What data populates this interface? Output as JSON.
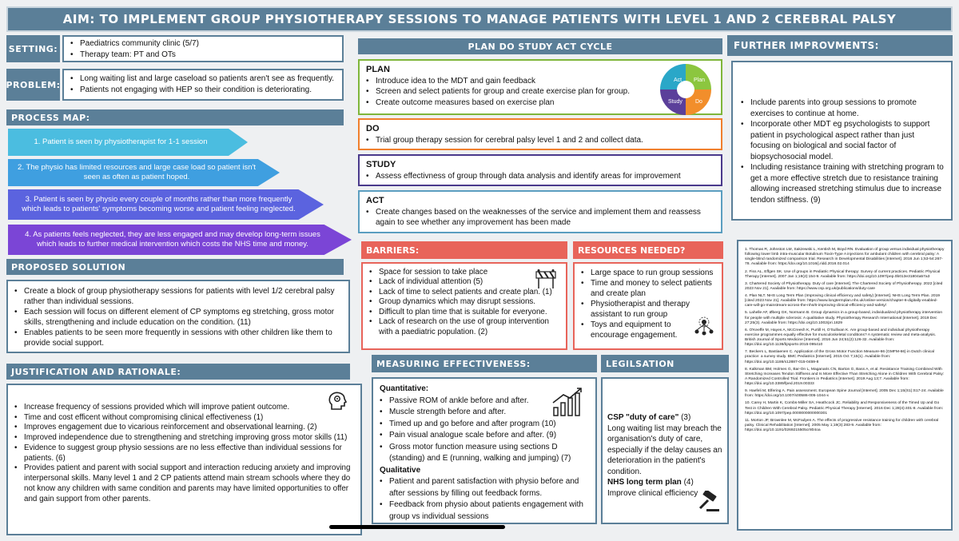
{
  "title": "AIM: TO IMPLEMENT GROUP PHYSIOTHERAPY SESSIONS TO MANAGE PATIENTS WITH LEVEL 1 AND 2 CEREBRAL PALSY",
  "setting": {
    "label": "SETTING:",
    "items": [
      "Paediatrics community clinic (5/7)",
      "Therapy team: PT and OTs"
    ]
  },
  "problem": {
    "label": "PROBLEM:",
    "items": [
      "Long waiting list and large caseload so patients aren't see as frequently.",
      "Patients not engaging with HEP so their condition is deteriorating."
    ]
  },
  "process_map": {
    "label": "PROCESS MAP:",
    "steps": [
      "1. Patient is seen by physiotherapist for 1-1 session",
      "2. The physio has limited resources and large case load so patient isn't seen as often as patient hoped.",
      "3. Patient is seen by physio every couple of months rather than more frequently which leads to patients' symptoms becoming worse and patient feeling neglected.",
      "4. As patients feels neglected, they are less engaged and may develop long-term issues which leads to further medical intervention which costs the NHS time and money."
    ],
    "colors": [
      "#4bbde0",
      "#3f9fe0",
      "#5b63df",
      "#7b45d6"
    ]
  },
  "proposed": {
    "label": "PROPOSED SOLUTION",
    "items": [
      "Create a block of group physiotherapy sessions for patients with level 1/2 cerebral palsy rather than individual sessions.",
      "Each session will focus on different element of CP symptoms eg stretching, gross motor skills, strengthening and include education on the condition. (11)",
      "Enables patients to be seen more frequently in sessions with other children like them to provide social support."
    ]
  },
  "justification": {
    "label": "JUSTIFICATION AND RATIONALE:",
    "items": [
      "Increase frequency of sessions provided which will improve patient outcome.",
      "Time and cost efficent without compromising clinical effectiveness (1)",
      "Improves engagement due to vicarious reinforcement and observational learning. (2)",
      "Improved independence due to strengthening and stretching improving gross motor skills (11)",
      "Evidence to suggest group physio sessions are no less effective than individual sessions for patients. (6)",
      "Provides patient and parent with social support and interaction reducing anxiety and improving interpersonal skills. Many level 1 and 2 CP patients attend main stream schools where they do not know any children with same condition and parents may have limited opportunities to offer and gain support from other parents."
    ]
  },
  "pdsa": {
    "label": "PLAN DO STUDY ACT CYCLE",
    "plan": {
      "label": "PLAN",
      "items": [
        "Introduce idea to the MDT and gain feedback",
        "Screen and select patients for group and create exercise plan for group.",
        "Create outcome measures based on exercise plan"
      ],
      "color": "#7fb63a"
    },
    "do": {
      "label": "DO",
      "items": [
        "Trial group therapy session for cerebral palsy level 1 and 2 and collect data."
      ],
      "color": "#f07f2d"
    },
    "study": {
      "label": "STUDY",
      "items": [
        "Assess effectivness of group through data analysis and identify areas for improvement"
      ],
      "color": "#4a3a8c"
    },
    "act": {
      "label": "ACT",
      "items": [
        "Create changes based on the weaknesses of the service and implement them and reassess again to see whether any improvement has been made"
      ],
      "color": "#5b9ec0"
    },
    "cycle": [
      "Act",
      "Plan",
      "Do",
      "Study"
    ],
    "cycle_colors": [
      "#2aa7c8",
      "#8cc63f",
      "#f28e2b",
      "#5b3f9a"
    ]
  },
  "barriers": {
    "label": "BARRIERS:",
    "items": [
      "Space for session to take place",
      "Lack of individual attention (5)",
      "Lack of time to select patients and create plan. (1)",
      "Group dynamics which may disrupt sessions.",
      "Difficult to plan time that is suitable for everyone.",
      "Lack of research on the use of group intervention with a paediatric population. (2)"
    ]
  },
  "resources": {
    "label": "RESOURCES NEEDED?",
    "items": [
      "Large space to run group sessions",
      "Time and money to select patients and create plan",
      "Physiotherapist and therapy assistant to run group",
      "Toys and equipment to encourage engagement."
    ]
  },
  "measuring": {
    "label": "MEASURING EFFECTIVENESS:",
    "quant_label": "Quantitative:",
    "quant": [
      "Passive ROM of ankle before and after.",
      "Muscle strength before and after.",
      "Timed up and go before and after program (10)",
      "Pain visual analogue scale before and after. (9)",
      "Gross motor function measure using sections D (standing) and E (running, walking and jumping) (7)"
    ],
    "qual_label": "Qualitative",
    "qual": [
      "Patient and parent satisfaction with physio before and after sessions by filling out feedback forms.",
      "Feedback from physio about patients engagement with group vs individual sessions"
    ]
  },
  "legislation": {
    "label": "LEGILSATION",
    "csp_title": "CSP \"duty of care\"",
    "csp_ref": " (3)",
    "csp_text": "Long waiting list may breach the organisation's duty of care, especially if the delay causes an deterioration in the patient's condition.",
    "nhs_title": "NHS long term plan",
    "nhs_ref": " (4)",
    "nhs_text": "Improve clinical efficiency"
  },
  "further": {
    "label": "FURTHER IMPROVMENTS:",
    "items": [
      "Include parents into group sessions to promote exercises to continue at home.",
      "Incorporate other MDT eg psychologists to support patient in psychological aspect rather than just focusing on biological and social factor of biopsychosocial model.",
      "Including resistance training with stretching program to get a more effective stretch due to resistance training allowing increased stretching stimulus due to increase tendon stiffness. (9)"
    ]
  },
  "references": [
    "1. Thomas R, Johnston LM, Sakzewski L, Kentish M, Boyd RN. Evaluation of group versus individual physiotherapy following lower limb intra-muscular Botulinum Toxin-Type A injections for ambulant children with cerebral palsy: A single-blind randomized comparison trial. Research in Developmental Disabilities [Internet]. 2016 Jun 1;53-54:267-78. Available from: https://doi.org/10.1016/j.ridd.2016.02.014",
    "2. Fiss AL, Effgen SK. Use of groups in Pediatric Physical therapy: Survey of current practices. Pediatric Physical Therapy [Internet]. 2007 Jan 1;19(2):154-9. Available from: https://doi.org/10.1097/pep.0b013e31804a57a3",
    "3. Chartered Society of Physiotherapy. Duty of care [Internet]. The Chartered Society of Physiotherapy. 2022 [cited 2023 Nov 21]. Available from: https://www.csp.org.uk/publications/duty-care",
    "4. Plan NLT. NHS Long Term Plan (Improving clinical efficiency and safety) [Internet]. NHS Long Term Plan. 2019 [cited 2023 Nov 21]. Available from: https://www.longtermplan.nhs.uk/online-version/chapter-6-digitally-enabled-care-will-go-mainstream-across-the-nhs/6-improving-clinical-efficiency-and-safety/",
    "5. Lahelle AF, Øberg GK, Normann B. Group dynamics in a group-based, individualized physiotherapy intervention for people with multiple sclerosis: A qualitative study. Physiotherapy Research International [Internet]. 2019 Dec 27;25(3). Available from: https://doi.org/10.1002/pri.1829",
    "6. O'Keeffe M, Hayes A, McCreesh K, Purtill H, O'Sullivan K. Are group-based and individual physiotherapy exercise programmes equally effective for musculoskeletal conditions? A systematic review and meta-analysis. British Journal of Sports Medicine [Internet]. 2016 Jun 24;51(2):126-32. Available from: https://doi.org/10.1136/bjsports-2015-095410",
    "7. Beckers L, Bastiaenen C. Application of the Gross Motor Function Measure-66 (GMFM-66) in Dutch clinical practice: a survey study. BMC Pediatrics [Internet]. 2015 Oct 7;15(1). Available from: https://doi.org/10.1186/s12887-015-0459-8",
    "8. Kalkman BM, Holmes G, Bar-On L, Maganaris CN, Barton G, Bass A, et al. Resistance Training Combined With Stretching Increases Tendon Stiffness and Is More Effective Than Stretching Alone in Children With Cerebral Palsy: A Randomized Controlled Trial. Frontiers in Pediatrics [Internet]. 2019 Aug 13;7. Available from: https://doi.org/10.3389/fped.2019.00333",
    "9. Haefeli M, Elfering A. Pain assessment. European Spine Journal [Internet]. 2005 Dec 1;15(S1):S17-24. Available from: https://doi.org/10.1007/s00586-005-1044-x",
    "10. Carey H, Martin K, Combs-Miller SA, Heathcock JC. Reliability and Responsiveness of the Timed Up and Go Test in Children With Cerebral Palsy. Pediatric Physical Therapy [Internet]. 2016 Dec 1;28(4):401-8. Available from: https://doi.org/10.1097/pep.0000000000000301",
    "11. Morton JF, Brownlee M, McFadyen A. The effects of progressive resistance training for children with cerebral palsy. Clinical Rehabilitation [Internet]. 2005 May 1;19(3):283-9. Available from: https://doi.org/10.1191/0269215505cr804oa"
  ]
}
